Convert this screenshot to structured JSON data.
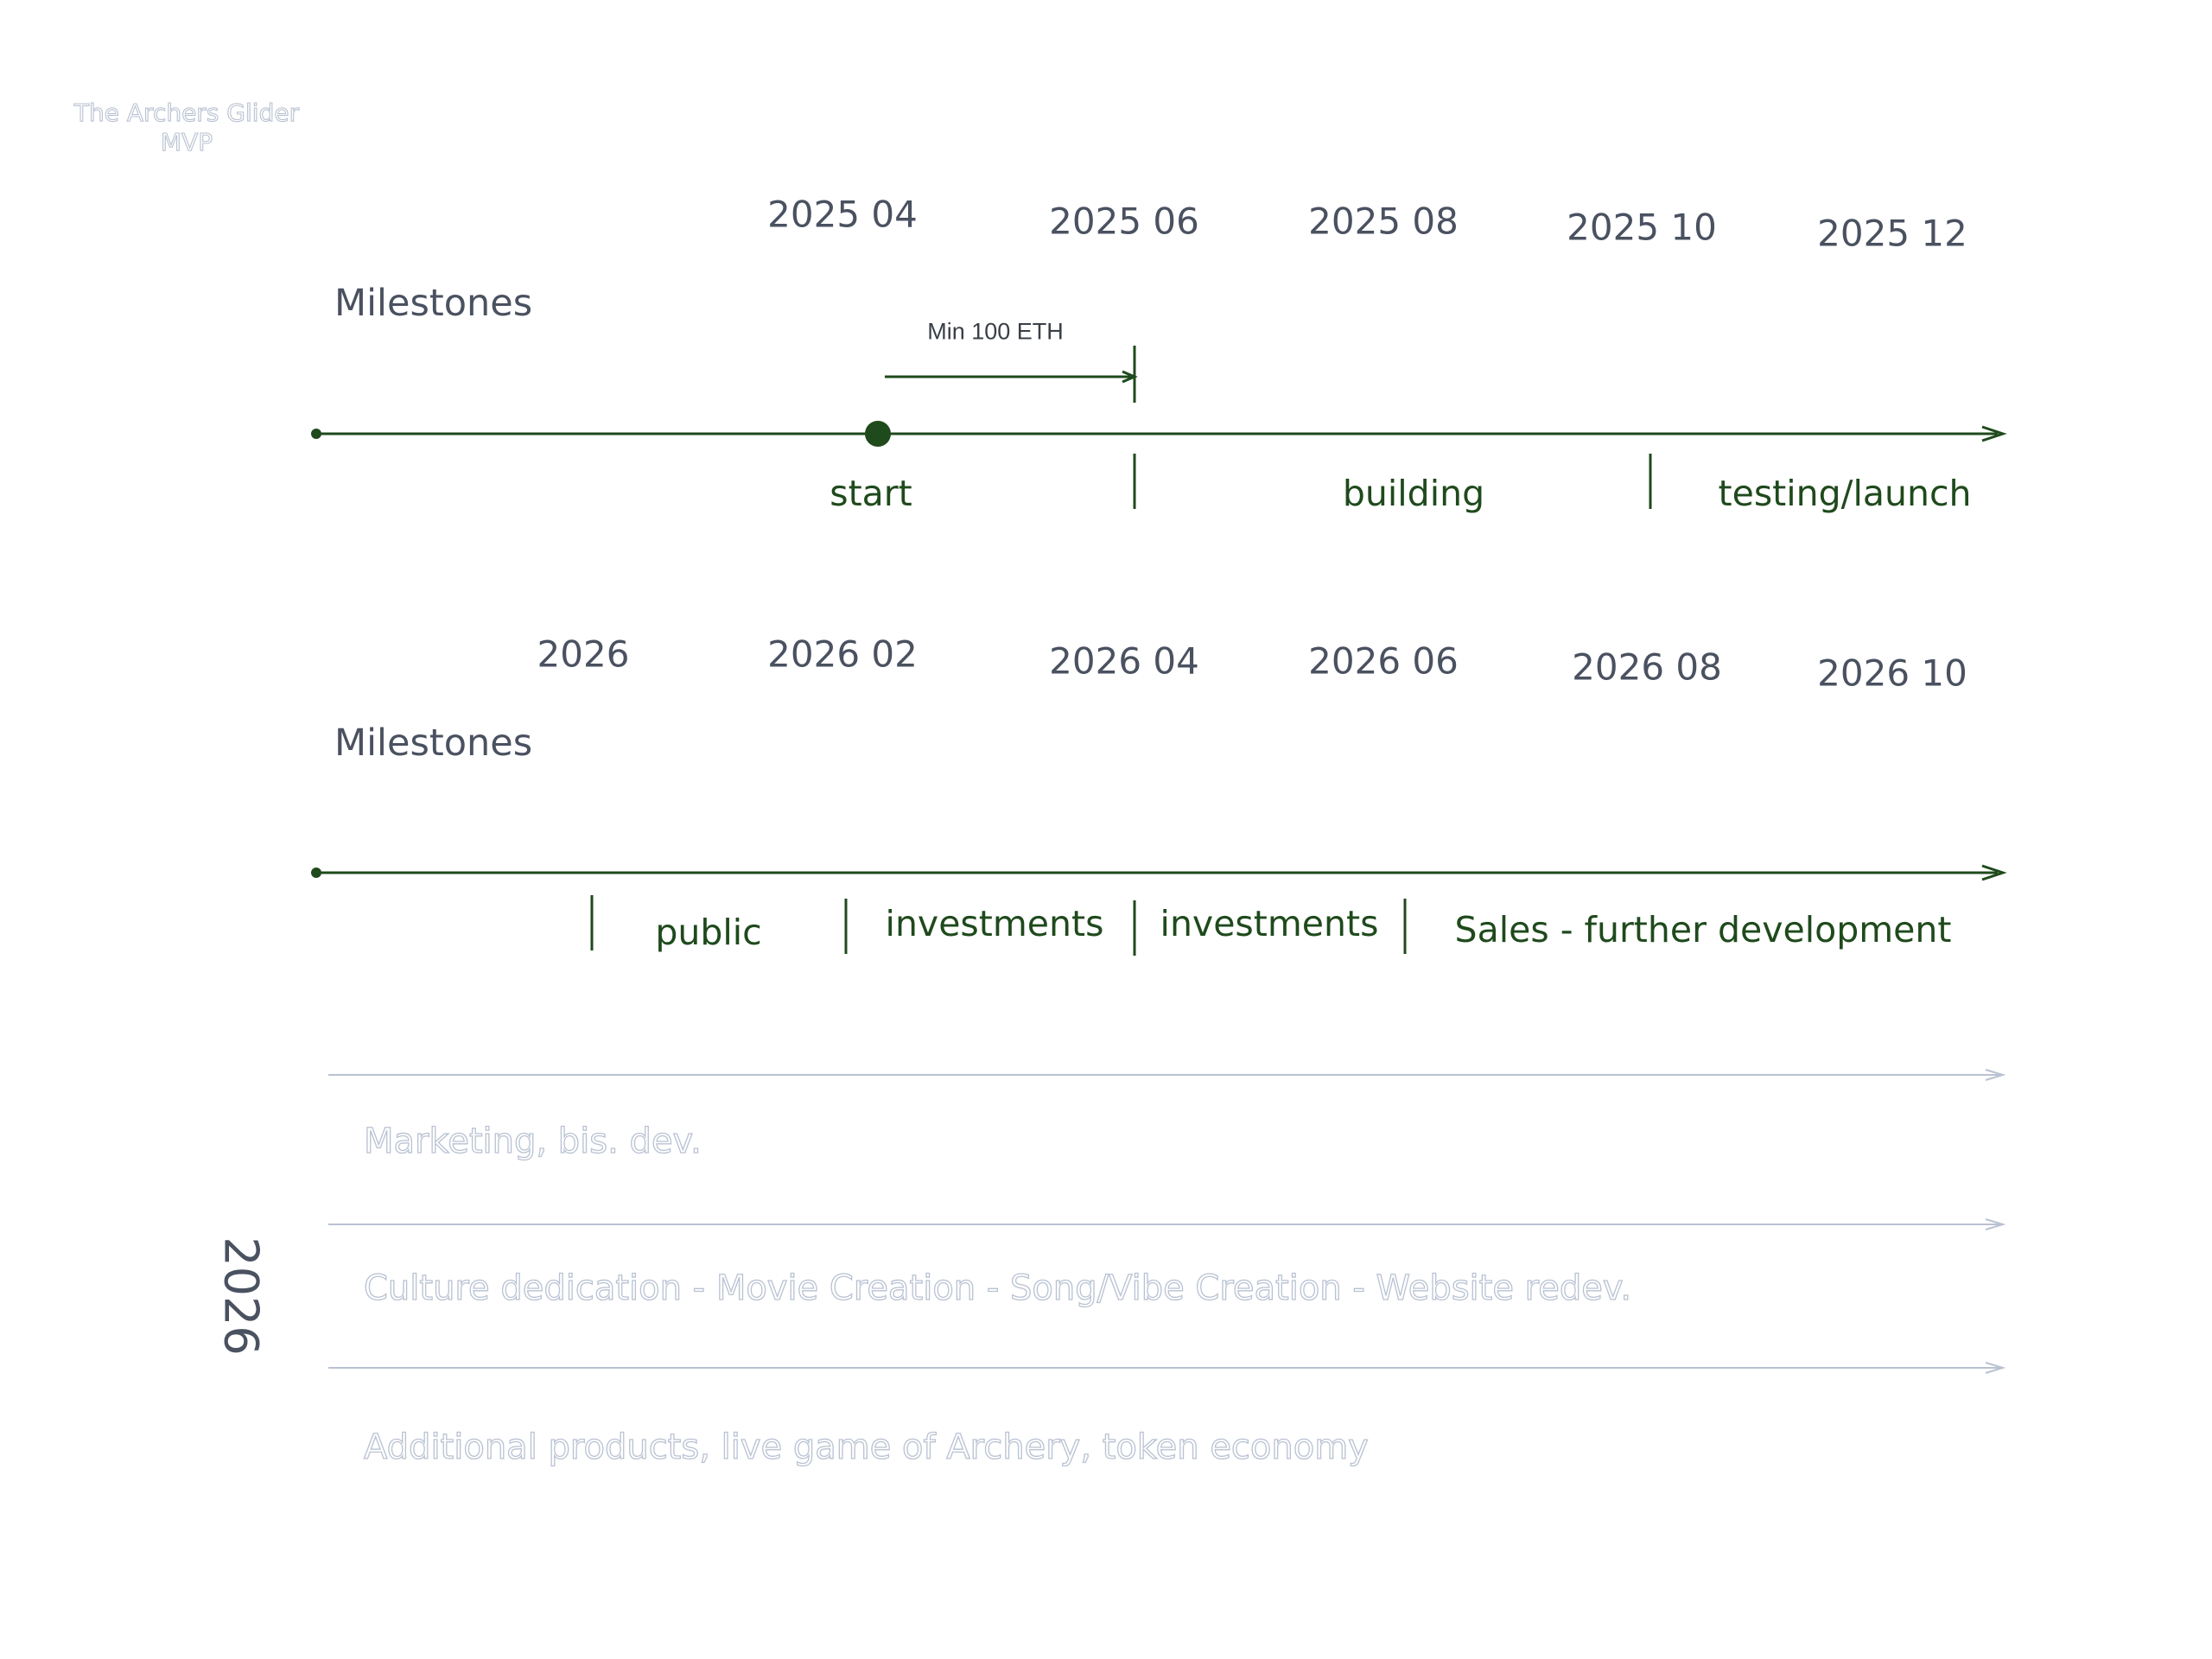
{
  "logo": {
    "line1": "The Archers Glider",
    "line2": "MVP"
  },
  "timeline_2025": {
    "heading": "Milestones",
    "dates": [
      "2025 04",
      "2025 06",
      "2025 08",
      "2025 10",
      "2025 12"
    ],
    "note": "Min 100 ETH",
    "phases": [
      "start",
      "building",
      "testing/launch"
    ]
  },
  "timeline_2026": {
    "heading": "Milestones",
    "dates": [
      "2026",
      "2026 02",
      "2026 04",
      "2026 06",
      "2026 08",
      "2026 10"
    ],
    "phases": [
      "public",
      "investments",
      "investments",
      "Sales - further development"
    ]
  },
  "year_label": "2026",
  "tracks": [
    "Marketing, bis. dev.",
    "Culture dedication - Movie Creation - Song/Vibe Creation - Website redev.",
    "Additional products, live game of Archery, token economy"
  ],
  "colors": {
    "line": "#1f4a1c",
    "text": "#4a5160",
    "faint": "#b9c2d2"
  }
}
